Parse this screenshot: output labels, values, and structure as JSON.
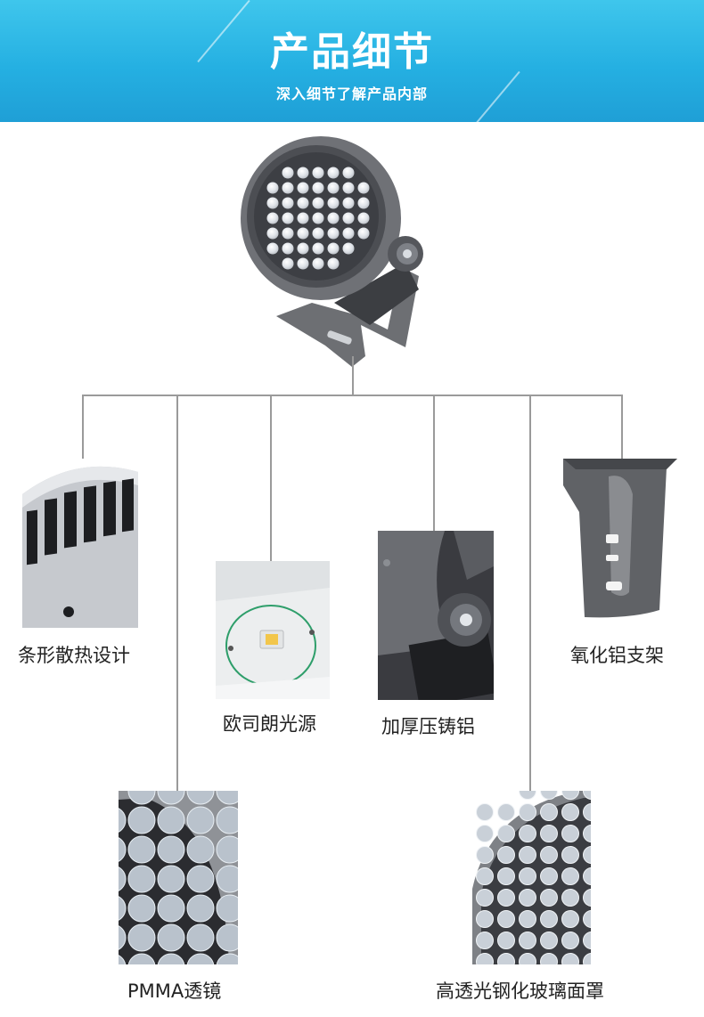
{
  "header": {
    "title": "产品细节",
    "subtitle": "深入细节了解产品内部"
  },
  "details": [
    {
      "label": "条形散热设计"
    },
    {
      "label": "欧司朗光源"
    },
    {
      "label": "加厚压铸铝"
    },
    {
      "label": "氧化铝支架"
    },
    {
      "label": "PMMA透镜"
    },
    {
      "label": "高透光钢化玻璃面罩"
    }
  ],
  "colors": {
    "banner": "#25b0e2",
    "lamp_body": "#6a6c70",
    "connector_line": "#9a9a9a",
    "pcb_green": "#2e9e6a",
    "led_yellow": "#f2c64b"
  }
}
